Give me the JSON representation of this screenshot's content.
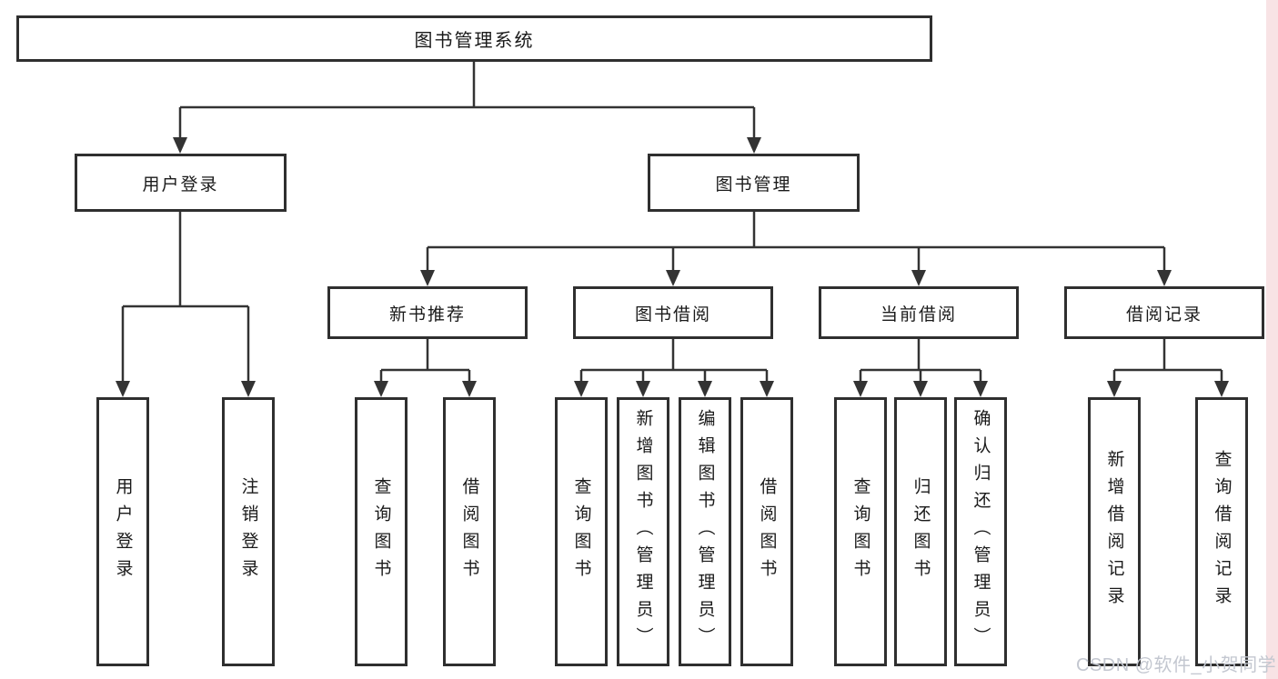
{
  "tree": {
    "label": "图书管理系统",
    "children": [
      {
        "label": "用户登录",
        "children": [
          {
            "label": "用户登录"
          },
          {
            "label": "注销登录"
          }
        ]
      },
      {
        "label": "图书管理",
        "children": [
          {
            "label": "新书推荐",
            "children": [
              {
                "label": "查询图书"
              },
              {
                "label": "借阅图书"
              }
            ]
          },
          {
            "label": "图书借阅",
            "children": [
              {
                "label": "查询图书"
              },
              {
                "label": "新增图书（管理员）"
              },
              {
                "label": "编辑图书（管理员）"
              },
              {
                "label": "借阅图书"
              }
            ]
          },
          {
            "label": "当前借阅",
            "children": [
              {
                "label": "查询图书"
              },
              {
                "label": "归还图书"
              },
              {
                "label": "确认归还（管理员）"
              }
            ]
          },
          {
            "label": "借阅记录",
            "children": [
              {
                "label": "新增借阅记录"
              },
              {
                "label": "查询借阅记录"
              }
            ]
          }
        ]
      }
    ]
  },
  "watermark": {
    "text": "CSDN @软件_小贺同学"
  },
  "colors": {
    "line": "#333333",
    "box_border": "#2f2f2f",
    "text": "#1a1a1a",
    "watermark_text": "#c3c7d0",
    "right_edge_strip": "#f8e3e5",
    "background": "#ffffff"
  }
}
